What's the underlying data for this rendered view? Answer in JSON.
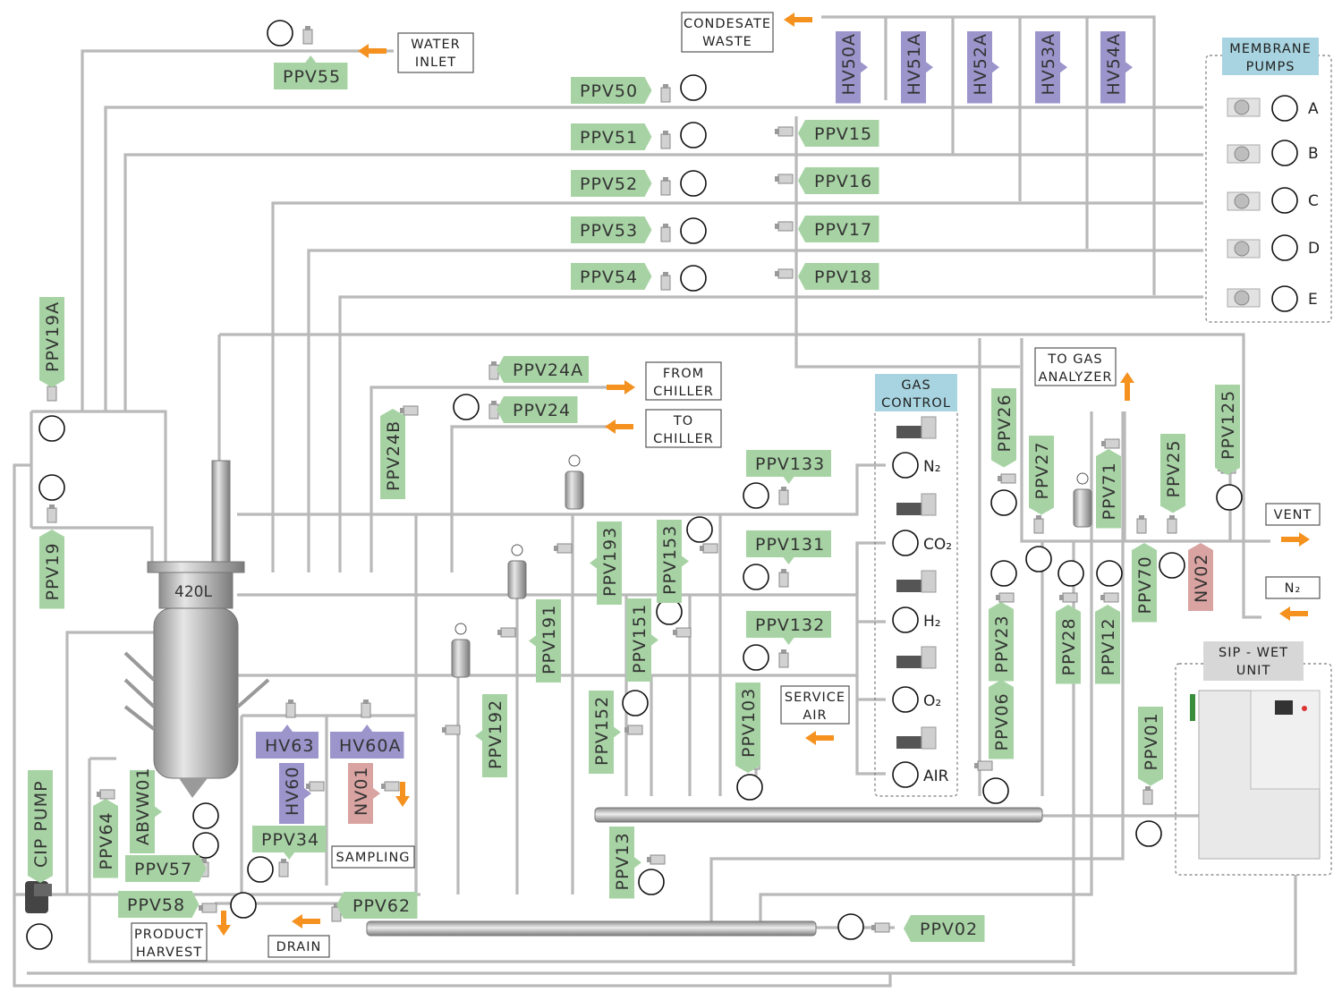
{
  "colors": {
    "green_tag": "#a7d3a4",
    "purple_tag": "#9b95cc",
    "red_tag": "#d9a3a1",
    "blue_header": "#a7d4e0",
    "arrow_orange": "#f5911e",
    "pipe_gray": "#b9b9b9"
  },
  "vessel": {
    "label": "420L"
  },
  "boxes": {
    "water_inlet": [
      "WATER",
      "INLET"
    ],
    "condensate_waste": [
      "CONDESATE",
      "WASTE"
    ],
    "from_chiller": [
      "FROM",
      "CHILLER"
    ],
    "to_chiller": [
      "TO",
      "CHILLER"
    ],
    "to_gas_analyzer": [
      "TO GAS",
      "ANALYZER"
    ],
    "vent": "VENT",
    "n2_in": "N₂",
    "service_air": [
      "SERVICE",
      "AIR"
    ],
    "sampling": "SAMPLING",
    "drain": "DRAIN",
    "product_harvest": [
      "PRODUCT",
      "HARVEST"
    ]
  },
  "headers": {
    "membrane_pumps": [
      "MEMBRANE",
      "PUMPS"
    ],
    "gas_control": [
      "GAS",
      "CONTROL"
    ],
    "sip_wet_unit": [
      "SIP - WET",
      "UNIT"
    ]
  },
  "membrane_pumps": [
    "A",
    "B",
    "C",
    "D",
    "E"
  ],
  "gases": [
    "N₂",
    "CO₂",
    "H₂",
    "O₂",
    "AIR"
  ],
  "valves_horizontal": [
    "PPV55",
    "PPV50",
    "PPV51",
    "PPV52",
    "PPV53",
    "PPV54",
    "PPV15",
    "PPV16",
    "PPV17",
    "PPV18",
    "PPV24A",
    "PPV24",
    "PPV133",
    "PPV131",
    "PPV132",
    "HV63",
    "HV60A",
    "PPV34",
    "PPV57",
    "PPV58",
    "PPV62",
    "PPV02"
  ],
  "valves_vertical": [
    "HV50A",
    "HV51A",
    "HV52A",
    "HV53A",
    "HV54A",
    "PPV19A",
    "PPV19",
    "PPV24B",
    "PPV193",
    "PPV153",
    "PPV191",
    "PPV151",
    "PPV192",
    "PPV152",
    "PPV103",
    "PPV26",
    "PPV27",
    "PPV71",
    "PPV25",
    "PPV125",
    "PPV70",
    "NV02",
    "PPV23",
    "PPV28",
    "PPV12",
    "PPV06",
    "PPV01",
    "HV60",
    "NV01",
    "PPV64",
    "ABVW01",
    "CIP PUMP",
    "PPV13"
  ]
}
